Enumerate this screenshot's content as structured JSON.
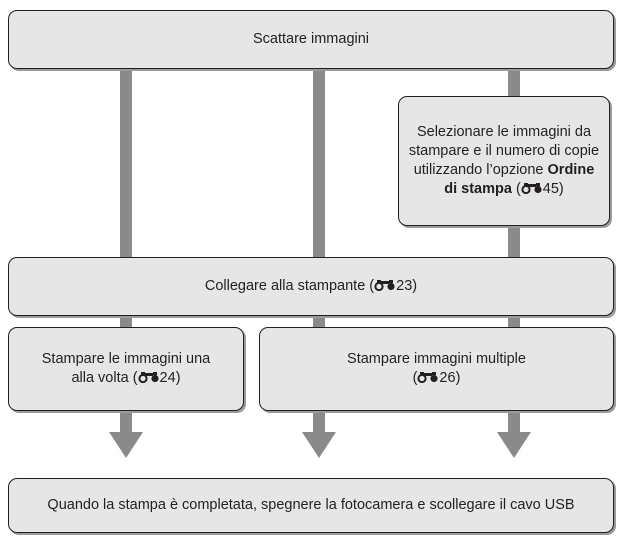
{
  "steps": {
    "shoot": {
      "text": "Scattare immagini"
    },
    "select": {
      "pre": "Selezionare le immagini da stampare e il numero di copie utilizzando l’opzione ",
      "bold": "Ordine di stampa",
      "post_open": " (",
      "ref": "45",
      "post_close": ")"
    },
    "connect": {
      "pre": "Collegare alla stampante (",
      "ref": "23",
      "post": ")"
    },
    "single": {
      "line1": "Stampare le immagini una",
      "line2_pre": "alla volta (",
      "ref": "24",
      "post": ")"
    },
    "multiple": {
      "line1": "Stampare immagini multiple",
      "line2_pre": "(",
      "ref": "26",
      "post": ")"
    },
    "finish": {
      "text": "Quando la stampa è completata, spegnere la fotocamera e scollegare il cavo USB"
    }
  },
  "icons": {
    "reference": "binoculars-reference-icon"
  },
  "colors": {
    "box_fill": "#e6e6e6",
    "arrow": "#8a8a8a",
    "border": "#231f20"
  }
}
